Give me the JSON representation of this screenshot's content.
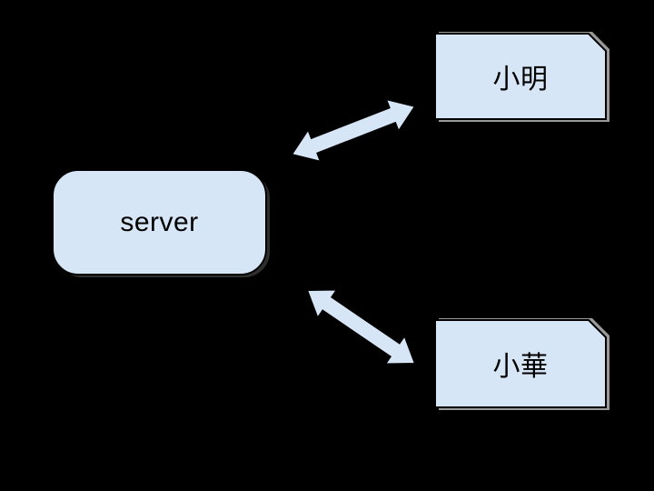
{
  "diagram": {
    "type": "network-topology",
    "server": {
      "label": "server",
      "shape": "rounded-rectangle"
    },
    "clients": [
      {
        "label": "小明",
        "shape": "card-folded-corner"
      },
      {
        "label": "小華",
        "shape": "card-folded-corner"
      }
    ],
    "connections": [
      {
        "from": "server",
        "to": "小明",
        "style": "double-headed-arrow"
      },
      {
        "from": "server",
        "to": "小華",
        "style": "double-headed-arrow"
      }
    ]
  },
  "colors": {
    "canvas-bg": "#000000",
    "shape-fill": "#d7e6f6",
    "shape-stroke": "#000000",
    "card-shadow": "#9a9a9a",
    "label-color": "#000000"
  }
}
